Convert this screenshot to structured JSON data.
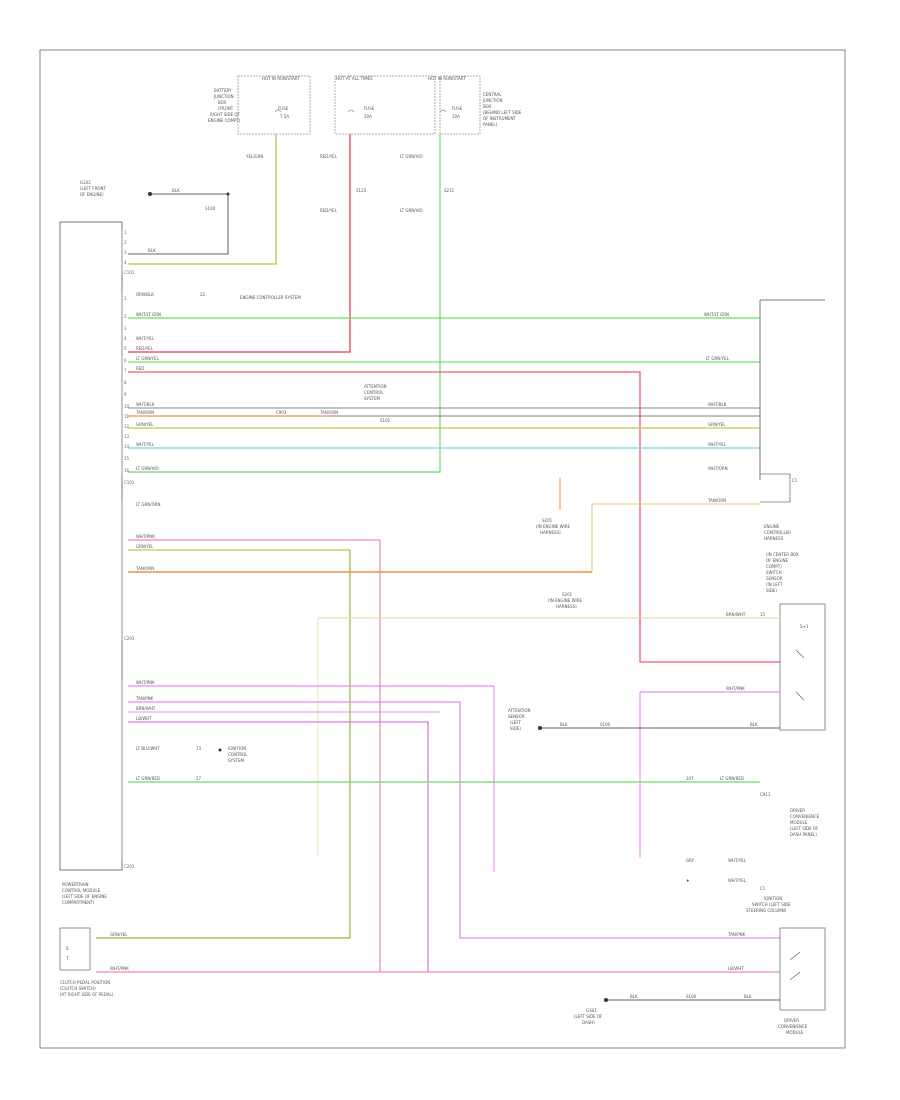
{
  "figure_code": "",
  "hot_boxes": [
    {
      "id": "hb1",
      "title": "HOT IN\nRUN/START"
    },
    {
      "id": "hb2",
      "title": "HOT AT ALL TIMES\n"
    },
    {
      "id": "hb3",
      "title": "HOT IN\nRUN/START"
    }
  ],
  "components": {
    "pcm_main_label": "POWERTRAIN\nCONTROL MODULE\n(LEFT SIDE OF ENGINE\nCOMPARTMENT)",
    "ground_top_label": "",
    "right_upper_label": "",
    "lower_left_box_label": "",
    "right_lower_label": ""
  },
  "wire_colors": {
    "green": "#5ee35e",
    "red": "#f05a6e",
    "yellow_green": "#9eb043",
    "orange": "#f08a4a",
    "tan": "#e8c87a",
    "magenta": "#e070f0",
    "cyan": "#6ad8e8",
    "gray": "#888888",
    "lt_green": "#8ee88e",
    "pink": "#f080c0",
    "dark": "#333333"
  }
}
